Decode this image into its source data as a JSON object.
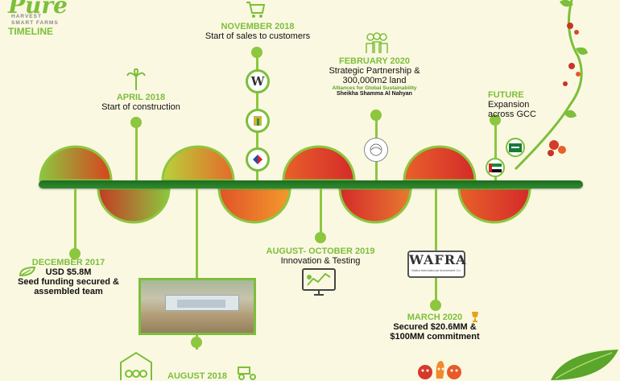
{
  "header": {
    "brand": "Pure",
    "brand_sub1": "HARVEST",
    "brand_sub2": "SMART FARMS",
    "title": "TIMELINE"
  },
  "milestones": [
    {
      "date": "DECEMBER 2017",
      "desc": "USD $5.8M",
      "desc2": "Seed funding secured &",
      "desc3": "assembled team"
    },
    {
      "date": "APRIL 2018",
      "desc": "Start of construction"
    },
    {
      "date": "AUGUST 2018"
    },
    {
      "date": "NOVEMBER 2018",
      "desc": "Start of sales to customers"
    },
    {
      "date": "AUGUST- OCTOBER 2019",
      "desc": "Innovation & Testing"
    },
    {
      "date": "FEBRUARY 2020",
      "desc": "Strategic Partnership &",
      "desc2": "300,000m2 land",
      "note1": "Alliances for Global Sustainability",
      "note2": "Sheikha Shamma Al Nahyan"
    },
    {
      "date": "MARCH 2020",
      "desc": "Secured $20.6MM &",
      "desc2": "$100MM commitment"
    },
    {
      "date": "FUTURE",
      "desc": "Expansion",
      "desc2": "across GCC"
    }
  ],
  "partners": {
    "wafra": "WAFRA",
    "wafra_sub": "Wafra International Investment Co."
  },
  "colors": {
    "accent": "#7cbf3a",
    "bar": "#2a7d2a",
    "background": "#fbf8e2"
  }
}
